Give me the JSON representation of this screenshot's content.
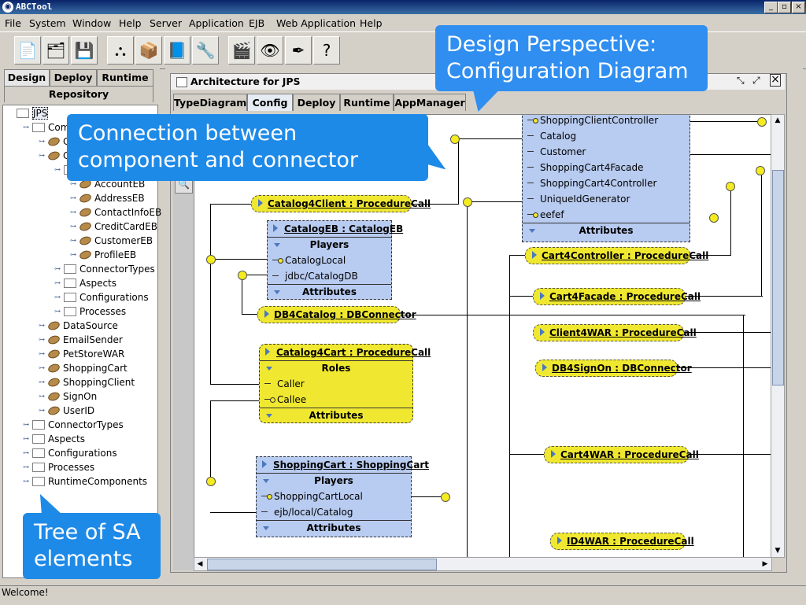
{
  "window": {
    "title": "ABCTool"
  },
  "menu": [
    "File",
    "System",
    "Window",
    "Help",
    "Server",
    "Application",
    "EJB",
    "Web Application",
    "Help"
  ],
  "toolbar_icons": [
    "new-document-icon",
    "open-project-icon",
    "save-icon",
    "hierarchy-icon",
    "package-icon",
    "deploy-icon",
    "tools-icon",
    "clapper-icon",
    "view-icon",
    "edit-pen-icon",
    "help-icon"
  ],
  "left_tabs": {
    "design": "Design",
    "deploy": "Deploy",
    "runtime": "Runtime",
    "repository": "Repository"
  },
  "tree": [
    {
      "label": "JPS",
      "level": 0,
      "icon": "folder",
      "selected": true
    },
    {
      "label": "ComponentTypes",
      "level": 1,
      "icon": "folder"
    },
    {
      "label": "CatalogEB",
      "level": 2,
      "icon": "bean"
    },
    {
      "label": "Customer",
      "level": 2,
      "icon": "bean"
    },
    {
      "label": "ComponentTypes",
      "level": 3,
      "icon": "folder"
    },
    {
      "label": "AccountEB",
      "level": 4,
      "icon": "bean"
    },
    {
      "label": "AddressEB",
      "level": 4,
      "icon": "bean"
    },
    {
      "label": "ContactInfoEB",
      "level": 4,
      "icon": "bean"
    },
    {
      "label": "CreditCardEB",
      "level": 4,
      "icon": "bean"
    },
    {
      "label": "CustomerEB",
      "level": 4,
      "icon": "bean"
    },
    {
      "label": "ProfileEB",
      "level": 4,
      "icon": "bean"
    },
    {
      "label": "ConnectorTypes",
      "level": 3,
      "icon": "folder"
    },
    {
      "label": "Aspects",
      "level": 3,
      "icon": "folder"
    },
    {
      "label": "Configurations",
      "level": 3,
      "icon": "folder"
    },
    {
      "label": "Processes",
      "level": 3,
      "icon": "folder"
    },
    {
      "label": "DataSource",
      "level": 2,
      "icon": "bean"
    },
    {
      "label": "EmailSender",
      "level": 2,
      "icon": "bean"
    },
    {
      "label": "PetStoreWAR",
      "level": 2,
      "icon": "bean"
    },
    {
      "label": "ShoppingCart",
      "level": 2,
      "icon": "bean"
    },
    {
      "label": "ShoppingClient",
      "level": 2,
      "icon": "bean"
    },
    {
      "label": "SignOn",
      "level": 2,
      "icon": "bean"
    },
    {
      "label": "UserID",
      "level": 2,
      "icon": "bean"
    },
    {
      "label": "ConnectorTypes",
      "level": 1,
      "icon": "folder"
    },
    {
      "label": "Aspects",
      "level": 1,
      "icon": "folder"
    },
    {
      "label": "Configurations",
      "level": 1,
      "icon": "folder"
    },
    {
      "label": "Processes",
      "level": 1,
      "icon": "folder"
    },
    {
      "label": "RuntimeComponents",
      "level": 1,
      "icon": "folder"
    }
  ],
  "editor": {
    "title": "Architecture for JPS"
  },
  "right_tabs": {
    "typediagram": "TypeDiagram",
    "config": "Config",
    "deploy": "Deploy",
    "runtime": "Runtime",
    "appmanager": "AppManager"
  },
  "diagram": {
    "top_box": {
      "ports": [
        "ShoppingClientController",
        "Catalog",
        "Customer",
        "ShoppingCart4Facade",
        "ShoppingCart4Controller",
        "UniqueIdGenerator",
        "eefef"
      ],
      "attributes": "Attributes"
    },
    "catalog_eb": {
      "title": "CatalogEB : CatalogEB",
      "players": "Players",
      "ports": [
        "CatalogLocal",
        "jdbc/CatalogDB"
      ],
      "attributes": "Attributes"
    },
    "catalog4cart": {
      "title": "Catalog4Cart : ProcedureCall",
      "roles": "Roles",
      "ports": [
        "Caller",
        "Callee"
      ],
      "attributes": "Attributes"
    },
    "shoppingcart": {
      "title": "ShoppingCart : ShoppingCart",
      "players": "Players",
      "ports": [
        "ShoppingCartLocal",
        "ejb/local/Catalog"
      ],
      "attributes": "Attributes"
    },
    "pills": {
      "catalog4client": "Catalog4Client : ProcedureCall",
      "db4catalog": "DB4Catalog : DBConnector",
      "cart4controller": "Cart4Controller : ProcedureCall",
      "cart4facade": "Cart4Facade : ProcedureCall",
      "client4war": "Client4WAR : ProcedureCall",
      "db4signon": "DB4SignOn : DBConnector",
      "cart4war": "Cart4WAR : ProcedureCall",
      "id4war": "ID4WAR : ProcedureCall"
    }
  },
  "callouts": {
    "design_perspective": "Design Perspective: Configuration Diagram",
    "connection": "Connection between component and connector",
    "tree": "Tree of SA elements"
  },
  "status": "Welcome!"
}
